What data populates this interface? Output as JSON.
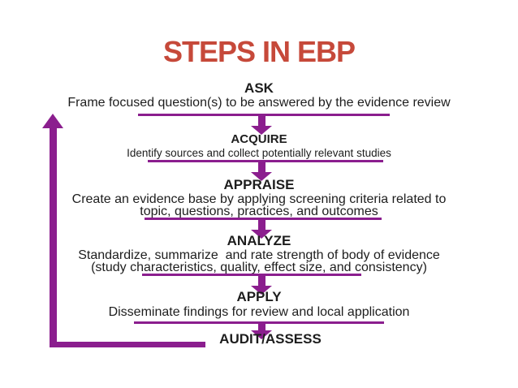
{
  "title": "STEPS IN EBP",
  "colors": {
    "title_red": "#c6493a",
    "arrow_purple": "#8b1e8e",
    "text_black": "#1d1d1d",
    "background": "#ffffff"
  },
  "icons": {
    "down_arrow": "css-triangle-down-with-shaft",
    "feedback_arrow": "css-elbow-arrow-pointing-up"
  },
  "steps": [
    {
      "heading": "ASK",
      "desc_lines": [
        "Frame focused question(s) to be answered by the evidence review"
      ]
    },
    {
      "heading": "ACQUIRE",
      "desc_lines": [
        "Identify sources and collect potentially relevant studies"
      ]
    },
    {
      "heading": "APPRAISE",
      "desc_lines": [
        "Create an evidence base by applying screening criteria related to",
        "topic, questions, practices, and outcomes"
      ]
    },
    {
      "heading": "ANALYZE",
      "desc_lines": [
        "Standardize, summarize  and rate strength of body of evidence",
        "(study characteristics, quality, effect size, and consistency)"
      ]
    },
    {
      "heading": "APPLY",
      "desc_lines": [
        "Disseminate findings for review and local application"
      ]
    },
    {
      "heading": "AUDIT/ASSESS",
      "desc_lines": []
    }
  ]
}
